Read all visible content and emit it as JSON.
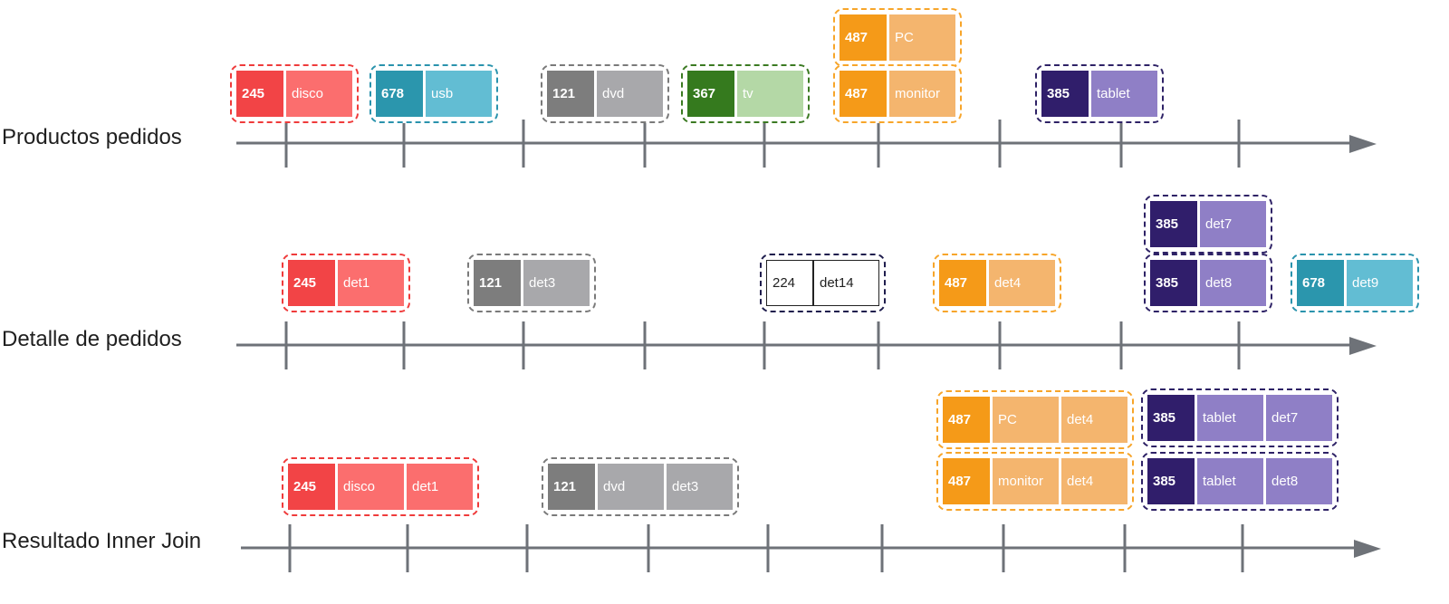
{
  "themes": {
    "red": {
      "border": "#ef3b3b",
      "key": "#f24446",
      "val": "#fb6e6e"
    },
    "teal": {
      "border": "#2a93ad",
      "key": "#2b96ad",
      "val": "#62bdd3"
    },
    "gray": {
      "border": "#7a7a7a",
      "key": "#7d7d7d",
      "val": "#a8a8ab"
    },
    "green": {
      "border": "#3b7a22",
      "key": "#357a1e",
      "val": "#b4d8a6"
    },
    "orange": {
      "border": "#f7a52a",
      "key": "#f59a18",
      "val": "#f4b56e"
    },
    "purple": {
      "border": "#2e2266",
      "key": "#301e6b",
      "val": "#8f7fc6"
    },
    "white": {
      "border": "#1f1d4d",
      "key": "#ffffff",
      "val": "#ffffff"
    }
  },
  "rows": [
    {
      "label": "Productos pedidos",
      "groups": [
        {
          "theme": "red",
          "cells": [
            "245",
            "disco"
          ]
        },
        {
          "theme": "teal",
          "cells": [
            "678",
            "usb"
          ]
        },
        {
          "theme": "gray",
          "cells": [
            "121",
            "dvd"
          ]
        },
        {
          "theme": "green",
          "cells": [
            "367",
            "tv"
          ]
        },
        {
          "theme": "orange",
          "cells": [
            "487",
            "PC"
          ]
        },
        {
          "theme": "orange",
          "cells": [
            "487",
            "monitor"
          ]
        },
        {
          "theme": "purple",
          "cells": [
            "385",
            "tablet"
          ]
        }
      ]
    },
    {
      "label": "Detalle de pedidos",
      "groups": [
        {
          "theme": "red",
          "cells": [
            "245",
            "det1"
          ]
        },
        {
          "theme": "gray",
          "cells": [
            "121",
            "det3"
          ]
        },
        {
          "theme": "white",
          "cells": [
            "224",
            "det14"
          ]
        },
        {
          "theme": "orange",
          "cells": [
            "487",
            "det4"
          ]
        },
        {
          "theme": "purple",
          "cells": [
            "385",
            "det7"
          ]
        },
        {
          "theme": "purple",
          "cells": [
            "385",
            "det8"
          ]
        },
        {
          "theme": "teal",
          "cells": [
            "678",
            "det9"
          ]
        }
      ]
    },
    {
      "label": "Resultado Inner Join",
      "groups": [
        {
          "theme": "red",
          "cells": [
            "245",
            "disco",
            "det1"
          ]
        },
        {
          "theme": "gray",
          "cells": [
            "121",
            "dvd",
            "det3"
          ]
        },
        {
          "theme": "orange",
          "cells": [
            "487",
            "PC",
            "det4"
          ]
        },
        {
          "theme": "orange",
          "cells": [
            "487",
            "monitor",
            "det4"
          ]
        },
        {
          "theme": "purple",
          "cells": [
            "385",
            "tablet",
            "det7"
          ]
        },
        {
          "theme": "purple",
          "cells": [
            "385",
            "tablet",
            "det8"
          ]
        }
      ]
    }
  ]
}
